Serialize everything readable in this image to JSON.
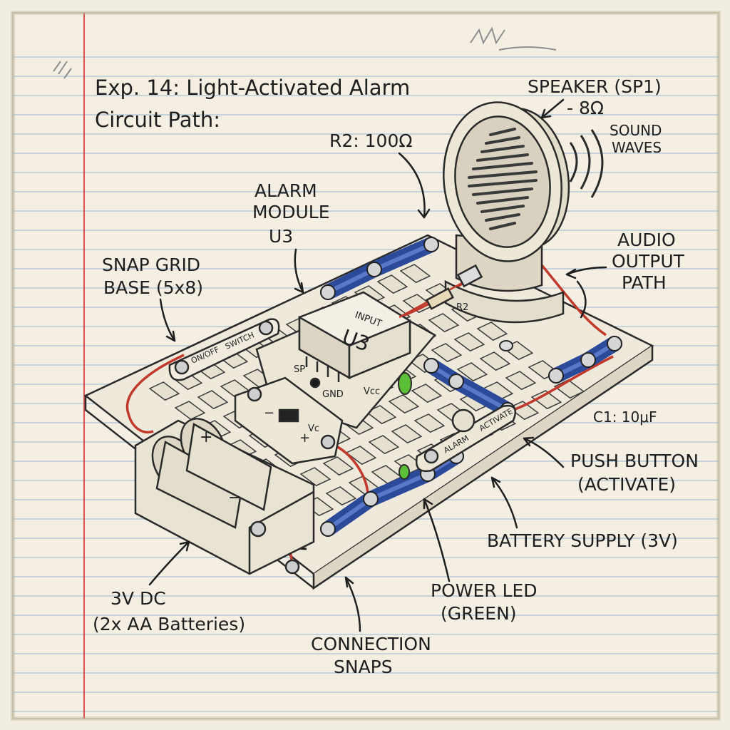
{
  "title": {
    "line1": "Exp. 14: Light-Activated Alarm",
    "line2": "Circuit Path:"
  },
  "labels": {
    "speaker_line1": "SPEAKER (SP1)",
    "speaker_line2": "- 8Ω",
    "sound_waves_line1": "SOUND",
    "sound_waves_line2": "WAVES",
    "r2_value": "R2: 100Ω",
    "alarm_module_line1": "ALARM",
    "alarm_module_line2": "MODULE",
    "alarm_module_line3": "U3",
    "audio_output_line1": "AUDIO",
    "audio_output_line2": "OUTPUT",
    "audio_output_line3": "PATH",
    "snap_grid_line1": "SNAP GRID",
    "snap_grid_line2": "BASE (5x8)",
    "c1_value": "C1: 10μF",
    "push_button_line1": "PUSH BUTTON",
    "push_button_line2": "(ACTIVATE)",
    "battery_supply": "BATTERY SUPPLY (3V)",
    "power_led_line1": "POWER LED",
    "power_led_line2": "(GREEN)",
    "dc_line1": "3V DC",
    "dc_line2": "(2x AA Batteries)",
    "snaps_line1": "CONNECTION",
    "snaps_line2": "SNAPS"
  },
  "component_text": {
    "module_input": "INPUT",
    "module_id": "U3",
    "pin_sp": "SP",
    "pin_gnd": "GND",
    "pin_vcc": "Vcc",
    "r2_tag": "R2",
    "switch_on_off": "ON/OFF",
    "switch_label": "SWITCH",
    "alarm_tag": "ALARM",
    "activate_tag": "ACTIVATE",
    "vcc_small": "Vc",
    "plus": "+",
    "minus": "−"
  },
  "colors": {
    "paper": "#f2ede1",
    "rule_line": "#a9c3d6",
    "margin_line": "#d9534f",
    "pencil": "#2a2a2a",
    "snap_blue": "#2c4a9a",
    "wire_red": "#c0392b",
    "led_green": "#5cbf3a"
  }
}
